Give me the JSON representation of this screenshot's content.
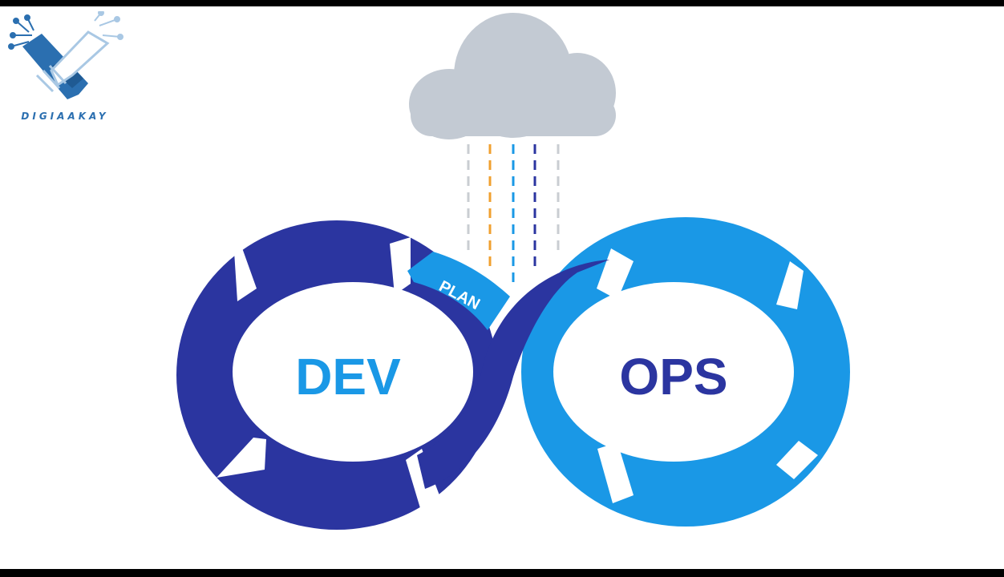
{
  "logo": {
    "wordmark": "DIGIAAKAY",
    "icon": "handshake-circuit-icon",
    "color": "#2b6fb0"
  },
  "diagram": {
    "cloud_icon": "cloud-icon",
    "loop_labels": {
      "dev": "DEV",
      "ops": "OPS"
    },
    "stages": [
      {
        "label": "PLAN"
      }
    ],
    "colors": {
      "dev_loop": "#2b35a0",
      "ops_loop": "#1a98e6",
      "plan_segment": "#1a98e6",
      "cloud": "#c3cad3",
      "dev_text": "#1a98e6",
      "ops_text": "#2b35a0",
      "background": "#ffffff"
    },
    "streams": [
      {
        "color": "#c9cdd2"
      },
      {
        "color": "#f0a030"
      },
      {
        "color": "#1a98e6"
      },
      {
        "color": "#2b35a0"
      },
      {
        "color": "#c9cdd2"
      }
    ]
  }
}
